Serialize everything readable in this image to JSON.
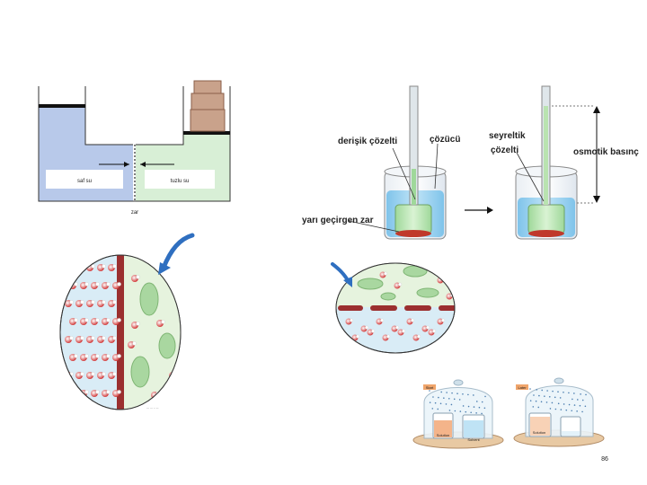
{
  "slide": {
    "page_number": "86"
  },
  "tank_diagram": {
    "left_label": "saf su",
    "right_label": "tuzlu su",
    "membrane_label": "zar"
  },
  "osmosis_diagram": {
    "concentrated_label": "derişik çözelti",
    "solvent_label": "çözücü",
    "dilute_label_line1": "seyreltik",
    "dilute_label_line2": "çözelti",
    "pressure_label": "osmotik basınç",
    "membrane_label": "yarı geçirgen zar"
  },
  "bell_jars": {
    "left_tag": "Start",
    "right_tag": "Later",
    "left_solution_label": "Solution",
    "left_solvent_label": "Solvent",
    "right_solution_label": "Solution"
  },
  "colors": {
    "fresh_water": "#b8c9ea",
    "salt_water": "#d8efd6",
    "membrane": "#9b2f2f",
    "arrow_blue": "#2f6fc0"
  }
}
